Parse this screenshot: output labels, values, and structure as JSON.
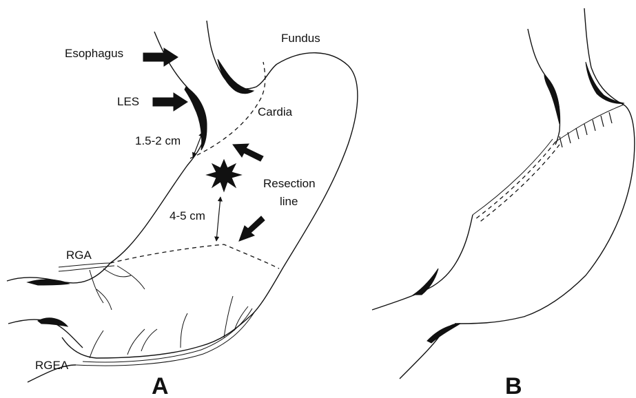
{
  "panel_a": {
    "label": "A",
    "esophagus": "Esophagus",
    "fundus": "Fundus",
    "les": "LES",
    "cardia": "Cardia",
    "distance_top": "1.5-2 cm",
    "resection_line_1": "Resection",
    "resection_line_2": "line",
    "distance_mid": "4-5 cm",
    "rga": "RGA",
    "rgea": "RGEA"
  },
  "panel_b": {
    "label": "B"
  }
}
